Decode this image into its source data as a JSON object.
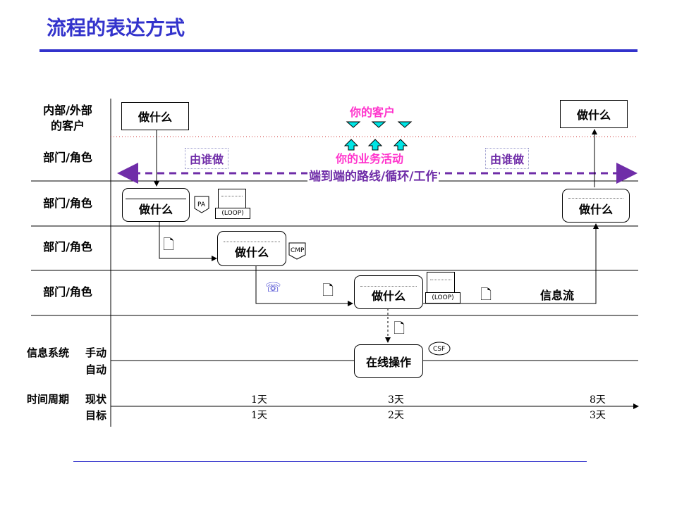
{
  "title": "流程的表达方式",
  "lanes": [
    {
      "label": "内部/外部\n的客户"
    },
    {
      "label": "部门/角色"
    },
    {
      "label": "部门/角色"
    },
    {
      "label": "部门/角色"
    },
    {
      "label": "部门/角色"
    }
  ],
  "info_system": {
    "label": "信息系统",
    "manual": "手动",
    "auto": "自动"
  },
  "time_cycle": {
    "label": "时间周期",
    "current": "现状",
    "target": "目标"
  },
  "boxes": {
    "customer_left": "做什么",
    "customer_right": "做什么",
    "lane2_box": "做什么",
    "lane3_box": "做什么",
    "lane4_box": "做什么",
    "lane2_right_box": "做什么",
    "online_box": "在线操作"
  },
  "annotations": {
    "your_customer": "你的客户",
    "your_activity": "你的业务活动",
    "who_left": "由谁做",
    "who_right": "由谁做",
    "end_to_end": "端到端的路线/循环/工作",
    "info_flow": "信息流"
  },
  "tags": {
    "pa": "PA",
    "cmp": "CMP",
    "csf": "CSF",
    "loop1": "(LOOP)",
    "loop2": "(LOOP)"
  },
  "timeline": {
    "current": [
      "1天",
      "3天",
      "8天"
    ],
    "target": [
      "1天",
      "2天",
      "3天"
    ]
  },
  "colors": {
    "title": "#3333cc",
    "accent_purple": "#6f2da8",
    "accent_pink": "#ff33cc",
    "arrow_cyan": "#00e5e5"
  }
}
